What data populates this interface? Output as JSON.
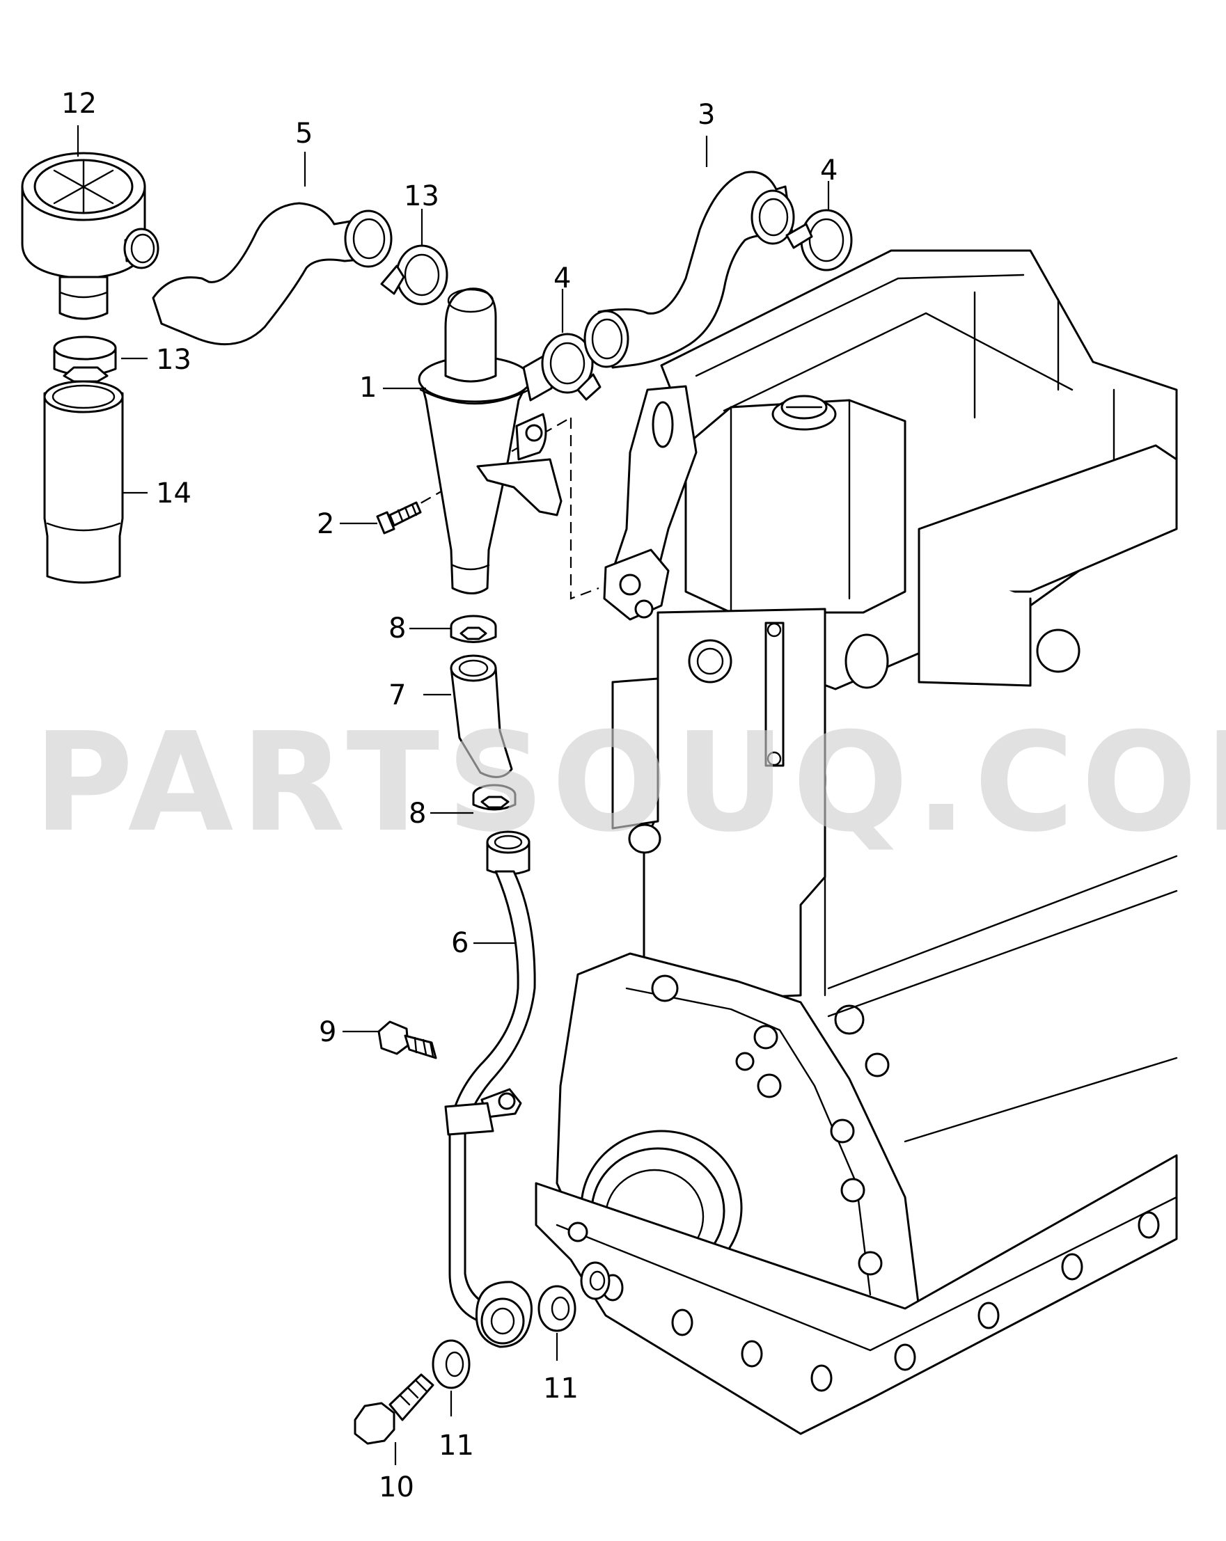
{
  "watermark": "PARTSOUQ.COM",
  "callouts": {
    "c1": "1",
    "c2": "2",
    "c3": "3",
    "c4a": "4",
    "c4b": "4",
    "c5": "5",
    "c6": "6",
    "c7": "7",
    "c8a": "8",
    "c8b": "8",
    "c9": "9",
    "c10": "10",
    "c11a": "11",
    "c11b": "11",
    "c12": "12",
    "c13a": "13",
    "c13b": "13",
    "c14": "14"
  },
  "colors": {
    "line": "#000000",
    "background": "#ffffff",
    "watermark": "#cfcfcf"
  }
}
